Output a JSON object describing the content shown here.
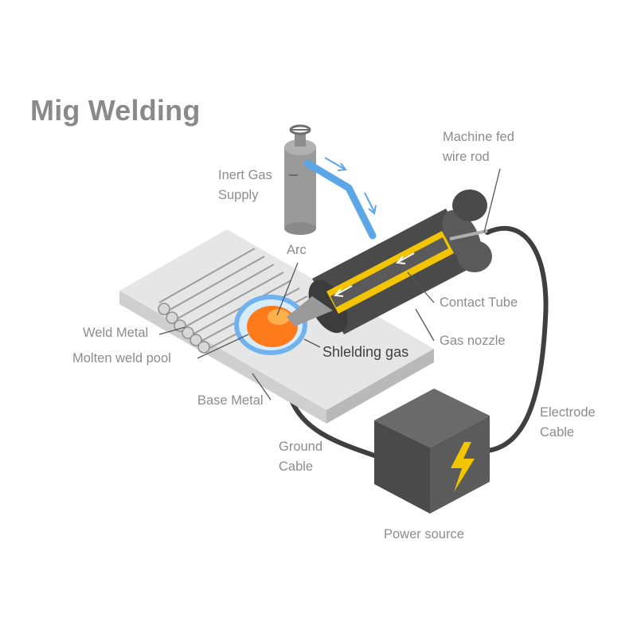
{
  "title": "Mig Welding",
  "labels": {
    "inert_gas_supply": [
      "Inert Gas",
      "Supply"
    ],
    "machine_fed_wire_rod": [
      "Machine fed",
      "wire rod"
    ],
    "arc": "Arc",
    "contact_tube": "Contact Tube",
    "gas_nozzle": "Gas nozzle",
    "weld_metal": "Weld Metal",
    "molten_weld_pool": "Molten weld pool",
    "shielding_gas": "Shlelding gas",
    "base_metal": "Base Metal",
    "ground_cable": [
      "Ground",
      "Cable"
    ],
    "electrode_cable": [
      "Electrode",
      "Cable"
    ],
    "power_source": "Power source"
  },
  "colors": {
    "text_gray": "#8c8c8c",
    "metal_top": "#e4e4e4",
    "metal_side": "#c8c8c8",
    "torch_dark": "#4a4a4a",
    "contact_tube_yellow": "#f3c400",
    "gas_blue": "#62a9e6",
    "molten_orange": "#ff7a1a",
    "lightning_yellow": "#f3c400"
  },
  "icons": [
    "valve-wheel-icon",
    "lightning-bolt-icon",
    "gas-flow-arrow-icon"
  ]
}
